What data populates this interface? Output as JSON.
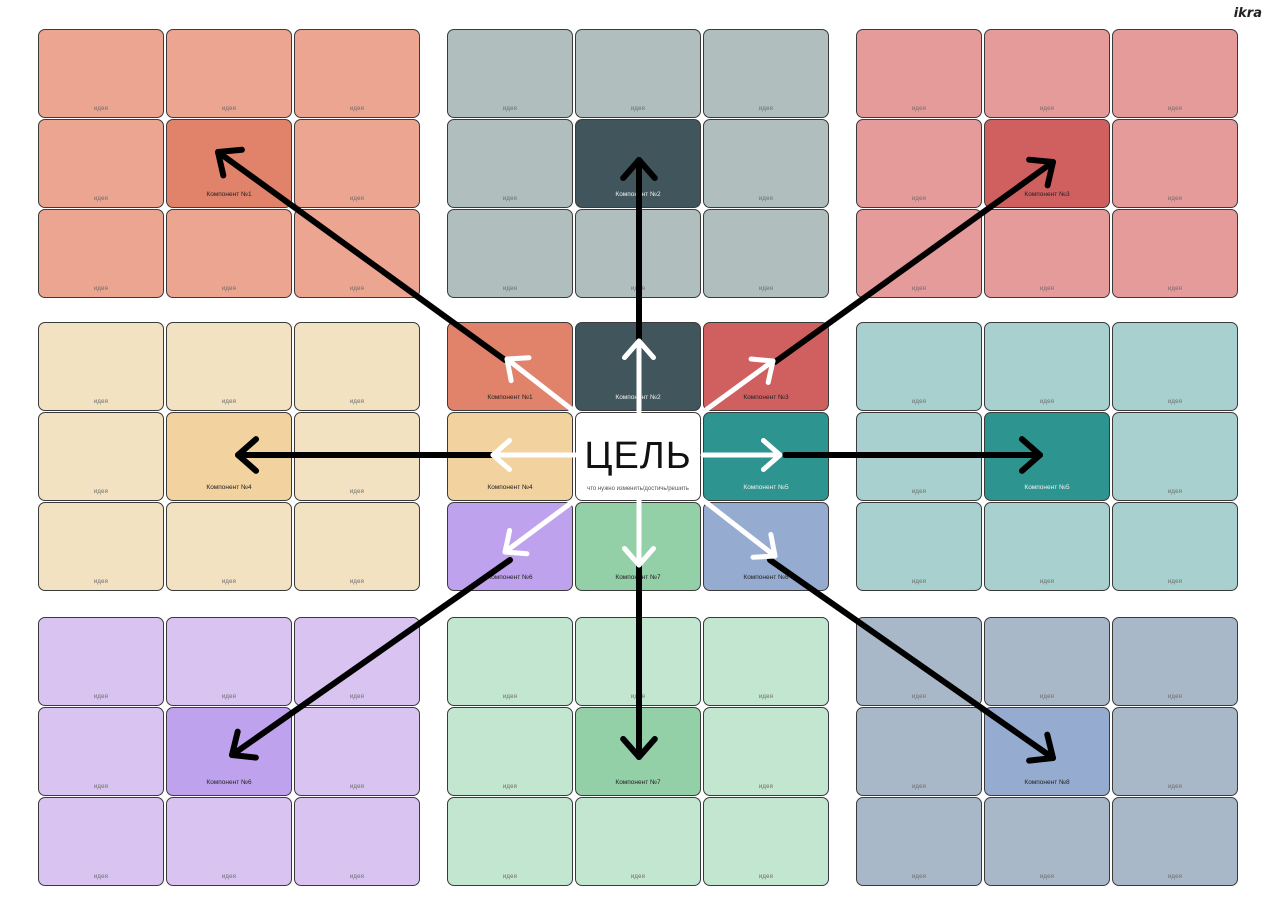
{
  "brand": "ikra",
  "idea_label": "идея",
  "goal": {
    "title": "ЦЕЛЬ",
    "subtitle": "что нужно изменить/достичь/решить",
    "color": "#ffffff"
  },
  "components": [
    {
      "label": "Компонент №1",
      "strong": "#e0836a",
      "light": "#eba590",
      "dark": false
    },
    {
      "label": "Компонент №2",
      "strong": "#40565c",
      "light": "#b0bebe",
      "dark": true
    },
    {
      "label": "Компонент №3",
      "strong": "#d06060",
      "light": "#e69b9b",
      "dark": false
    },
    {
      "label": "Компонент №4",
      "strong": "#f2d3a0",
      "light": "#f2e2c2",
      "dark": false
    },
    {
      "label": "Компонент №5",
      "strong": "#2e9490",
      "light": "#a8d0ce",
      "dark": true
    },
    {
      "label": "Компонент №6",
      "strong": "#bfa2ee",
      "light": "#d8c3f1",
      "dark": false
    },
    {
      "label": "Компонент №7",
      "strong": "#93cfa7",
      "light": "#c2e6cf",
      "dark": false
    },
    {
      "label": "Компонент №8",
      "strong": "#95abd0",
      "light": "#a9b8c8",
      "dark": false
    }
  ],
  "arrow_colors": {
    "outer": "#000000",
    "inner": "#ffffff"
  }
}
